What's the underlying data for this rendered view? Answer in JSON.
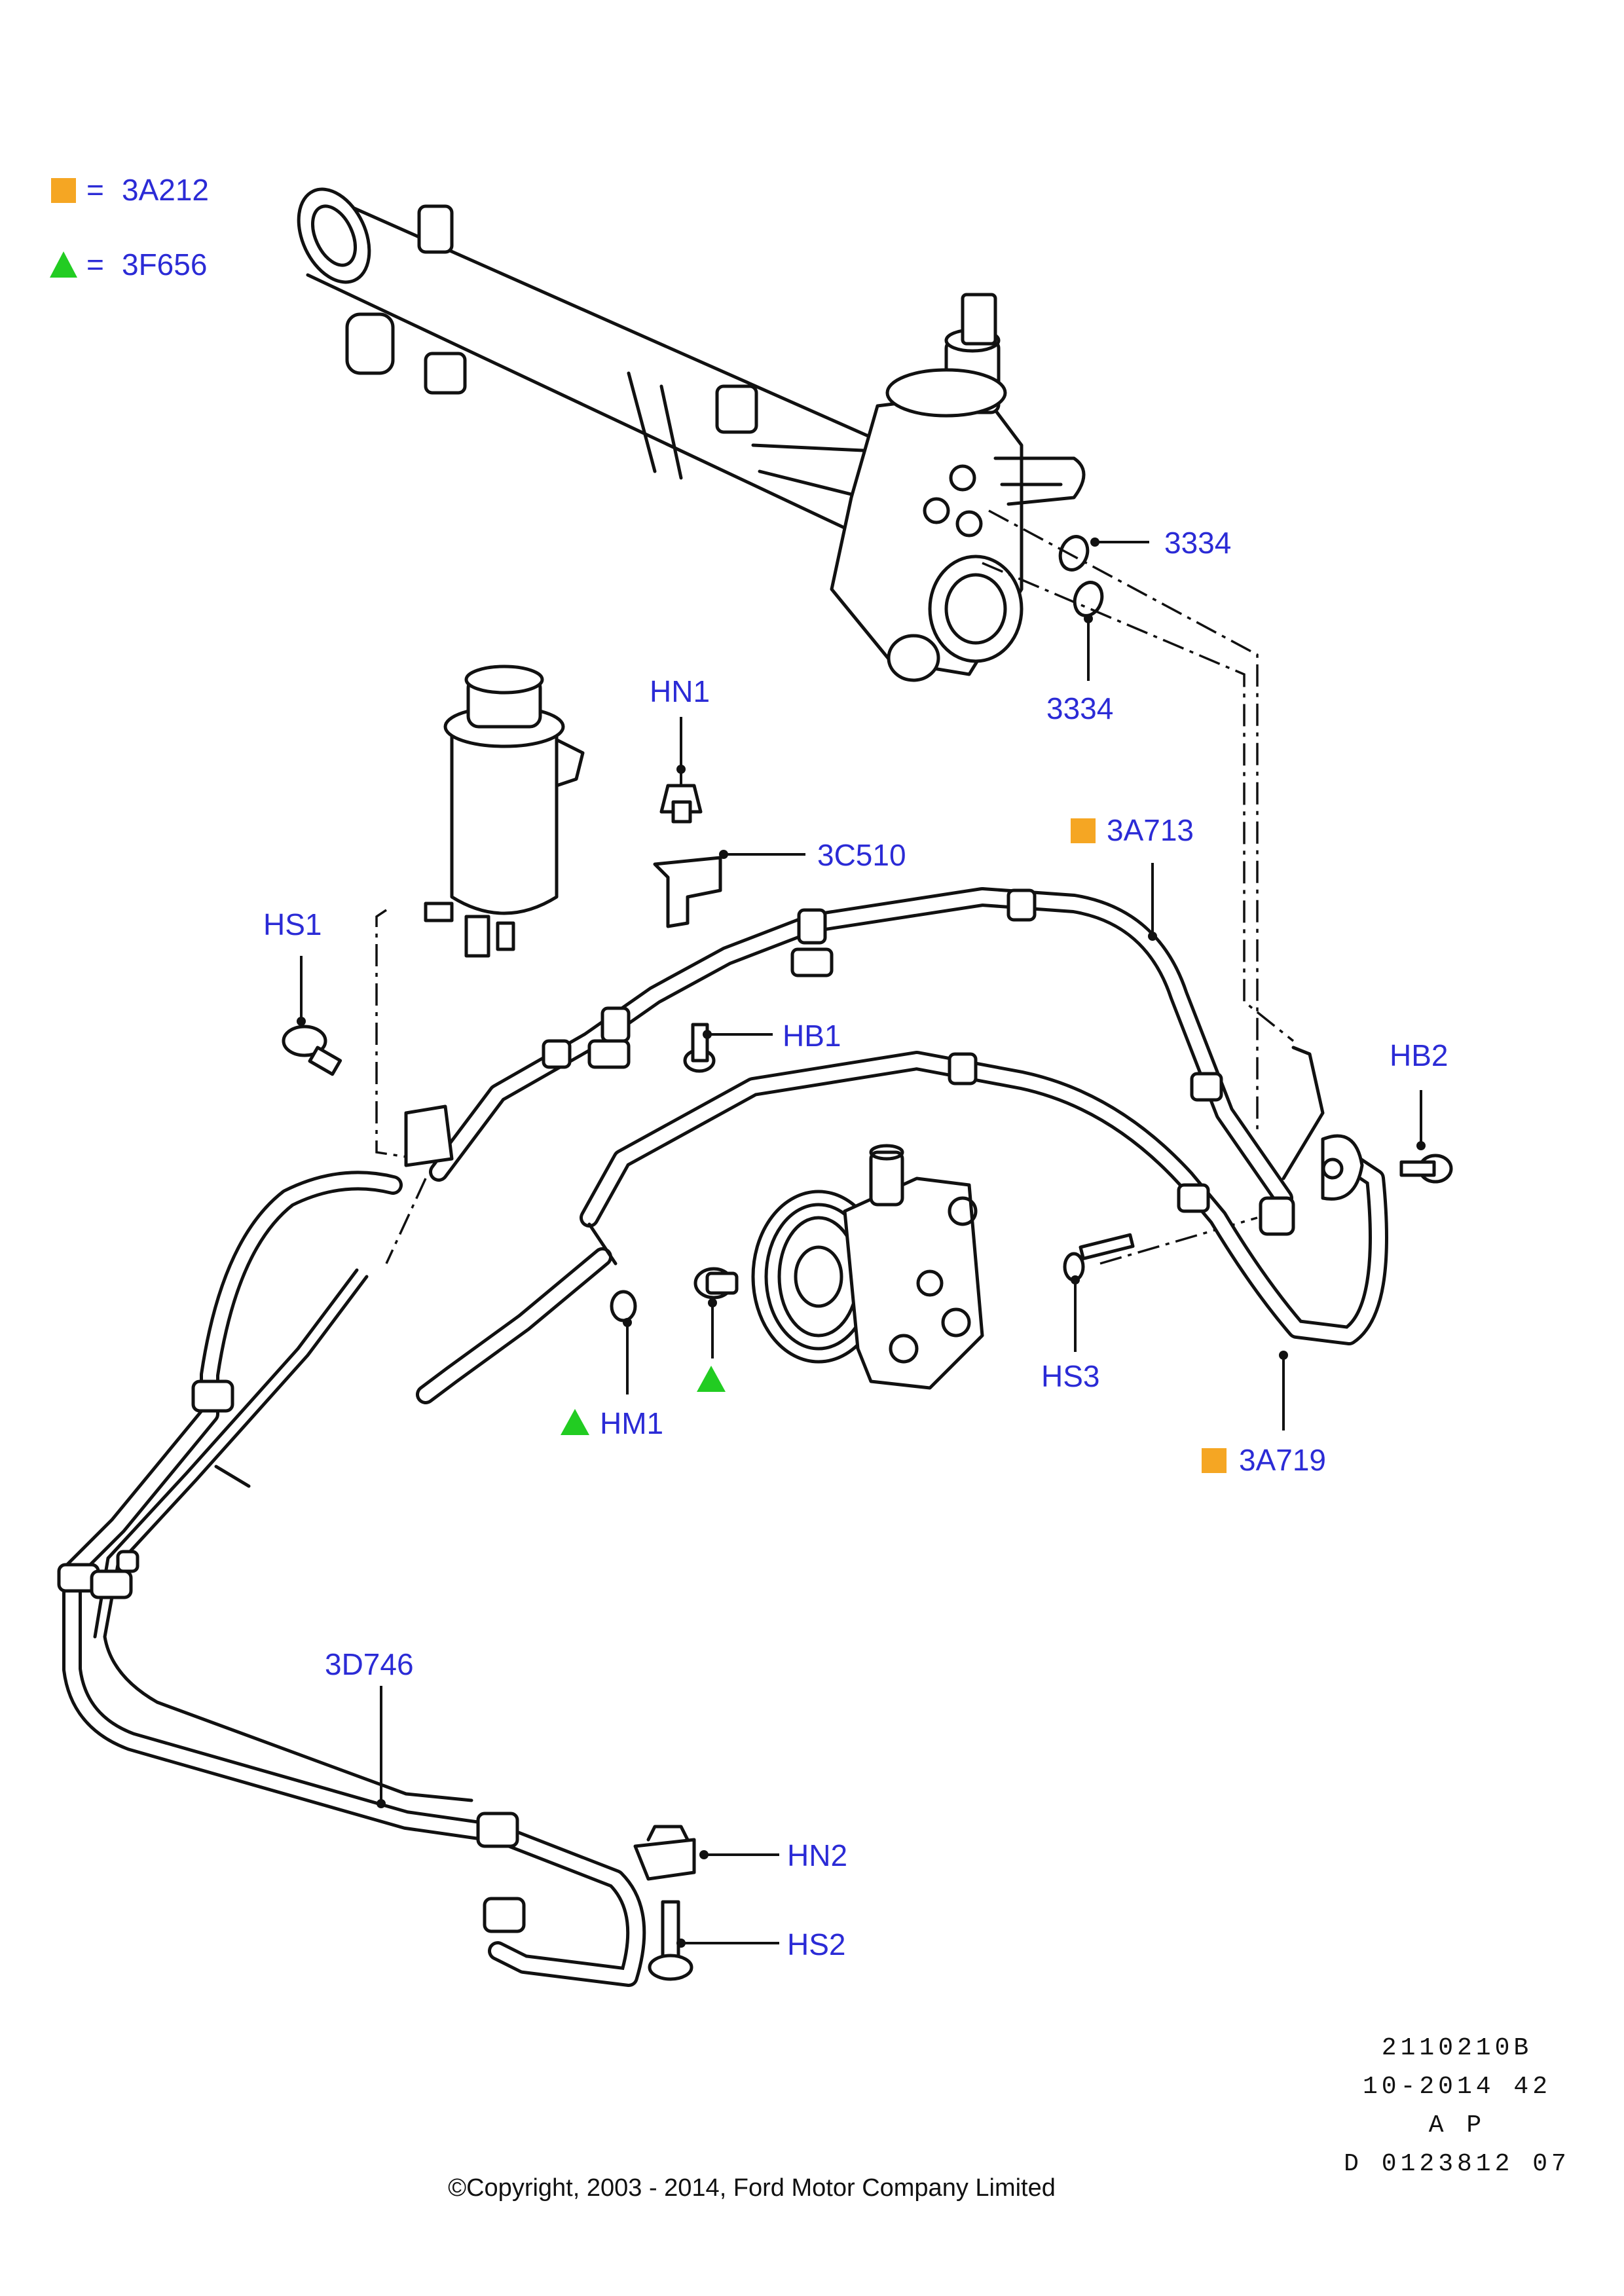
{
  "legend": [
    {
      "symbol": "square",
      "color": "#f5a623",
      "equals": "=",
      "code": "3A212"
    },
    {
      "symbol": "triangle",
      "color": "#22cc22",
      "equals": "=",
      "code": "3F656"
    }
  ],
  "callouts": {
    "seal_upper": "3334",
    "seal_lower": "3334",
    "hn1": "HN1",
    "bracket": "3C510",
    "pressure_hose": "3A713",
    "hs1": "HS1",
    "hb1": "HB1",
    "hb2": "HB2",
    "hm1": "HM1",
    "hs3": "HS3",
    "return_hose": "3A719",
    "cooler_pipe": "3D746",
    "hn2": "HN2",
    "hs2": "HS2"
  },
  "marker_colors": {
    "square": "#f5a623",
    "triangle": "#22cc22"
  },
  "reference": {
    "line1": "2110210B",
    "line2": "10-2014 42",
    "line3": "A P",
    "line4": "D 0123812 07"
  },
  "copyright": "©Copyright, 2003 - 2014, Ford Motor Company Limited"
}
